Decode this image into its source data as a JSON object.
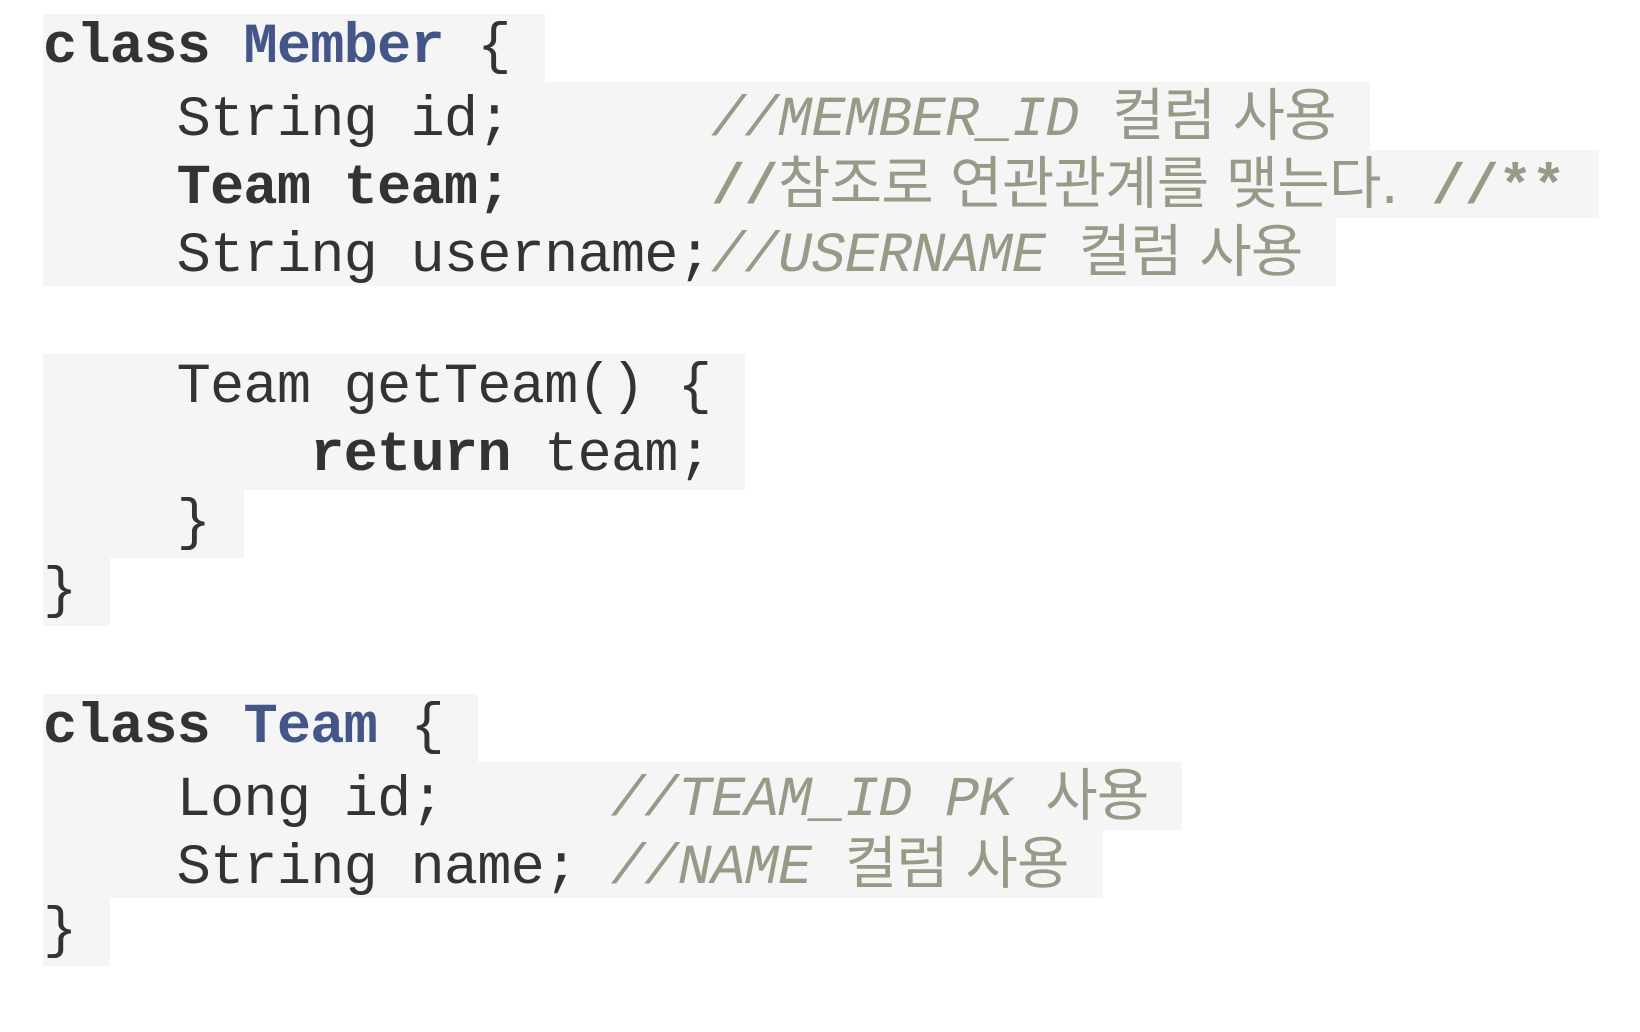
{
  "lines": [
    {
      "indent": "",
      "segments": [
        {
          "t": "class ",
          "c": "kw"
        },
        {
          "t": "Member",
          "c": "cls"
        },
        {
          "t": " {",
          "c": "tx"
        }
      ]
    },
    {
      "indent": "    ",
      "segments": [
        {
          "t": "String id;      ",
          "c": "tx"
        },
        {
          "t": "//MEMBER_ID ",
          "c": "cm"
        },
        {
          "t": "컬럼 사용",
          "c": "cm-ko"
        }
      ]
    },
    {
      "indent": "    ",
      "segments": [
        {
          "t": "Team team;      ",
          "c": "bold"
        },
        {
          "t": "//",
          "c": "cm-bold"
        },
        {
          "t": "참조로 연관관계를 맺는다.",
          "c": "cm-ko"
        },
        {
          "t": " //**",
          "c": "cm-bold"
        }
      ]
    },
    {
      "indent": "    ",
      "segments": [
        {
          "t": "String username;",
          "c": "tx"
        },
        {
          "t": "//USERNAME ",
          "c": "cm"
        },
        {
          "t": "컬럼 사용",
          "c": "cm-ko"
        }
      ]
    },
    {
      "blank": true
    },
    {
      "indent": "    ",
      "segments": [
        {
          "t": "Team getTeam() {",
          "c": "tx"
        }
      ]
    },
    {
      "indent": "        ",
      "segments": [
        {
          "t": "return",
          "c": "kw"
        },
        {
          "t": " team;",
          "c": "tx"
        }
      ]
    },
    {
      "indent": "    ",
      "segments": [
        {
          "t": "}",
          "c": "tx"
        }
      ]
    },
    {
      "indent": "",
      "segments": [
        {
          "t": "}",
          "c": "tx"
        }
      ]
    },
    {
      "blank": true
    },
    {
      "indent": "",
      "segments": [
        {
          "t": "class ",
          "c": "kw"
        },
        {
          "t": "Team",
          "c": "cls"
        },
        {
          "t": " {",
          "c": "tx"
        }
      ]
    },
    {
      "indent": "    ",
      "segments": [
        {
          "t": "Long id;     ",
          "c": "tx"
        },
        {
          "t": "//TEAM_ID PK ",
          "c": "cm"
        },
        {
          "t": "사용",
          "c": "cm-ko"
        }
      ]
    },
    {
      "indent": "    ",
      "segments": [
        {
          "t": "String name; ",
          "c": "tx"
        },
        {
          "t": "//NAME ",
          "c": "cm"
        },
        {
          "t": "컬럼 사용",
          "c": "cm-ko"
        }
      ]
    },
    {
      "indent": "",
      "segments": [
        {
          "t": "}",
          "c": "tx"
        }
      ]
    }
  ]
}
